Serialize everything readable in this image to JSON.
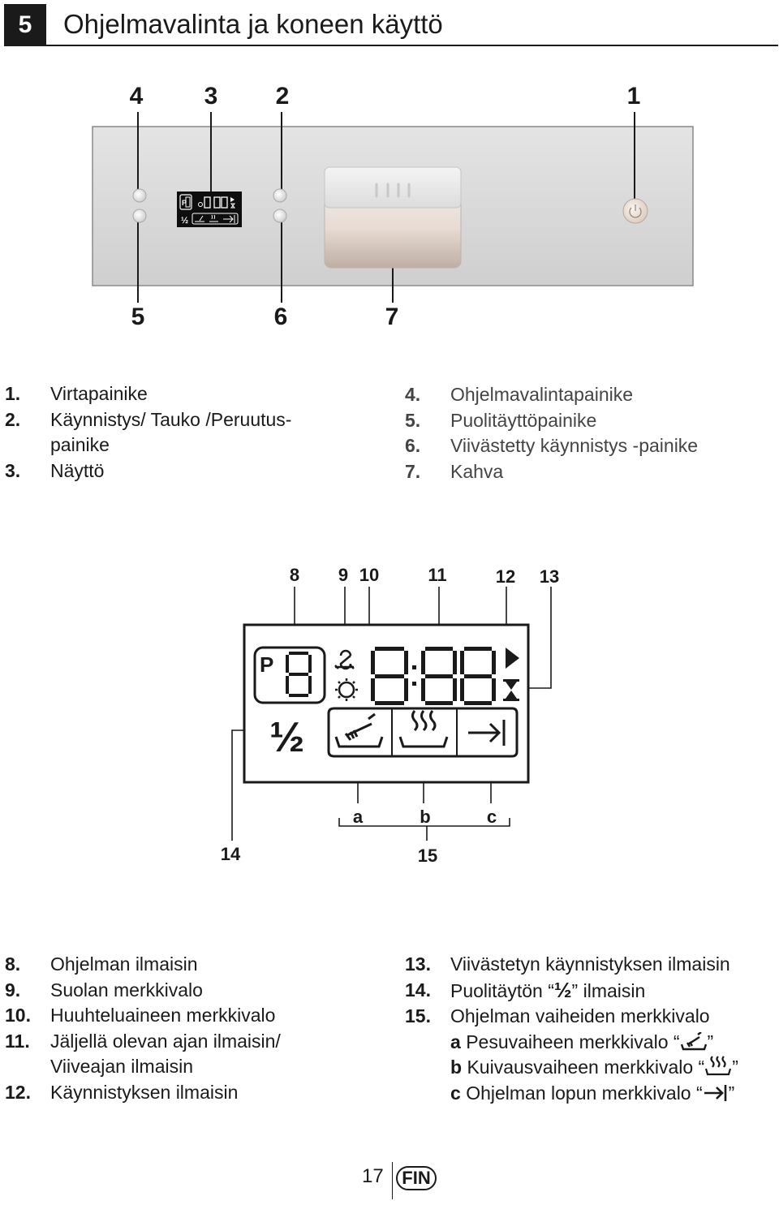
{
  "header": {
    "section_number": "5",
    "title": "Ohjelmavalinta ja koneen käyttö"
  },
  "panel_callouts": {
    "c1": "1",
    "c2": "2",
    "c3": "3",
    "c4": "4",
    "c5": "5",
    "c6": "6",
    "c7": "7"
  },
  "panel_list_left": [
    {
      "num": "1.",
      "text": "Virtapainike"
    },
    {
      "num": "2.",
      "text": "Käynnistys/ Tauko /Peruutus-",
      "cont": "painike"
    },
    {
      "num": "3.",
      "text": "Näyttö"
    }
  ],
  "panel_list_right": [
    {
      "num": "4.",
      "text": "Ohjelmavalintapainike"
    },
    {
      "num": "5.",
      "text": "Puolitäyttöpainike"
    },
    {
      "num": "6.",
      "text": "Viivästetty käynnistys -painike"
    },
    {
      "num": "7.",
      "text": "Kahva"
    }
  ],
  "display_callouts": {
    "c8": "8",
    "c9": "9",
    "c10": "10",
    "c11": "11",
    "c12": "12",
    "c13": "13",
    "c14": "14",
    "c15": "15",
    "ca": "a",
    "cb": "b",
    "cc": "c"
  },
  "display_symbols": {
    "program_letter": "P",
    "half": "½"
  },
  "display_list_left": [
    {
      "num": "8.",
      "text": "Ohjelman ilmaisin"
    },
    {
      "num": "9.",
      "text": "Suolan merkkivalo"
    },
    {
      "num": "10.",
      "text": "Huuhteluaineen merkkivalo"
    },
    {
      "num": "11.",
      "text": "Jäljellä olevan ajan ilmaisin/",
      "cont": "Viiveajan ilmaisin"
    },
    {
      "num": "12.",
      "text": "Käynnistyksen ilmaisin"
    }
  ],
  "display_list_right": {
    "item13": {
      "num": "13.",
      "text": "Viivästetyn käynnistyksen ilmaisin"
    },
    "item14": {
      "num": "14.",
      "text_before": "Puolitäytön “",
      "symbol": "½",
      "text_after": "” ilmaisin"
    },
    "item15": {
      "num": "15.",
      "text": "Ohjelman vaiheiden merkkivalo"
    },
    "sub_a": {
      "letter": "a",
      "text": "Pesuvaiheen merkkivalo “",
      "close": "”"
    },
    "sub_b": {
      "letter": "b",
      "text": "Kuivausvaiheen merkkivalo “",
      "close": "”"
    },
    "sub_c": {
      "letter": "c",
      "text": "Ohjelman lopun merkkivalo “",
      "close": "”"
    }
  },
  "footer": {
    "page_number": "17",
    "language": "FIN"
  },
  "icons": [
    "power-icon",
    "wash-phase-icon",
    "dry-phase-icon",
    "program-end-icon",
    "salt-icon",
    "rinse-aid-icon",
    "start-arrow-icon",
    "hourglass-icon",
    "seven-segment-digit"
  ]
}
